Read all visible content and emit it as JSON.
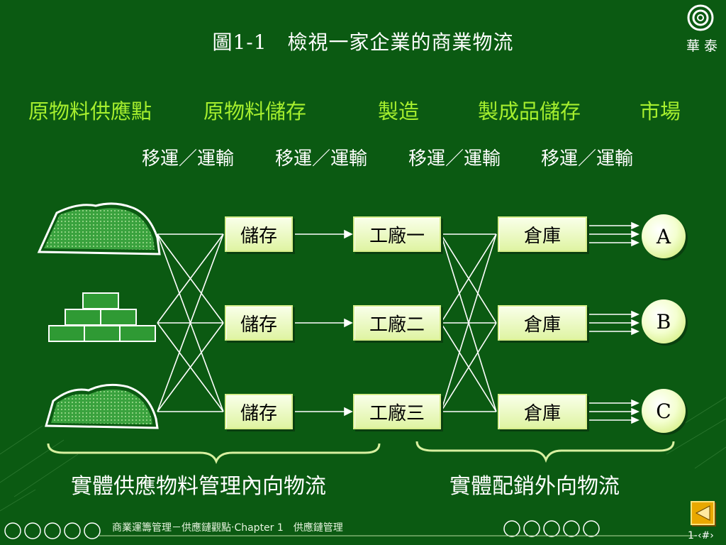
{
  "title": "圖1-1　檢視一家企業的商業物流",
  "logo": {
    "text": "華 泰"
  },
  "stages": [
    "原物料供應點",
    "原物料儲存",
    "製造",
    "製成品儲存",
    "市場"
  ],
  "transport": [
    "移運／運輸",
    "移運／運輸",
    "移運／運輸",
    "移運／運輸"
  ],
  "storage": [
    "儲存",
    "儲存",
    "儲存"
  ],
  "factories": [
    "工廠一",
    "工廠二",
    "工廠三"
  ],
  "warehouses": [
    "倉庫",
    "倉庫",
    "倉庫"
  ],
  "markets": [
    "A",
    "B",
    "C"
  ],
  "captions": {
    "inbound": "實體供應物料管理內向物流",
    "outbound": "實體配銷外向物流"
  },
  "footer": {
    "course": "商業運籌管理－供應鏈觀點‧Chapter 1　供應鏈管理",
    "page": "1-‹#›"
  },
  "colors": {
    "background": "#0b5a12",
    "stage_text": "#a6ef2e",
    "node_fill": "#eefbc8",
    "nav_button": "#e9a800"
  }
}
